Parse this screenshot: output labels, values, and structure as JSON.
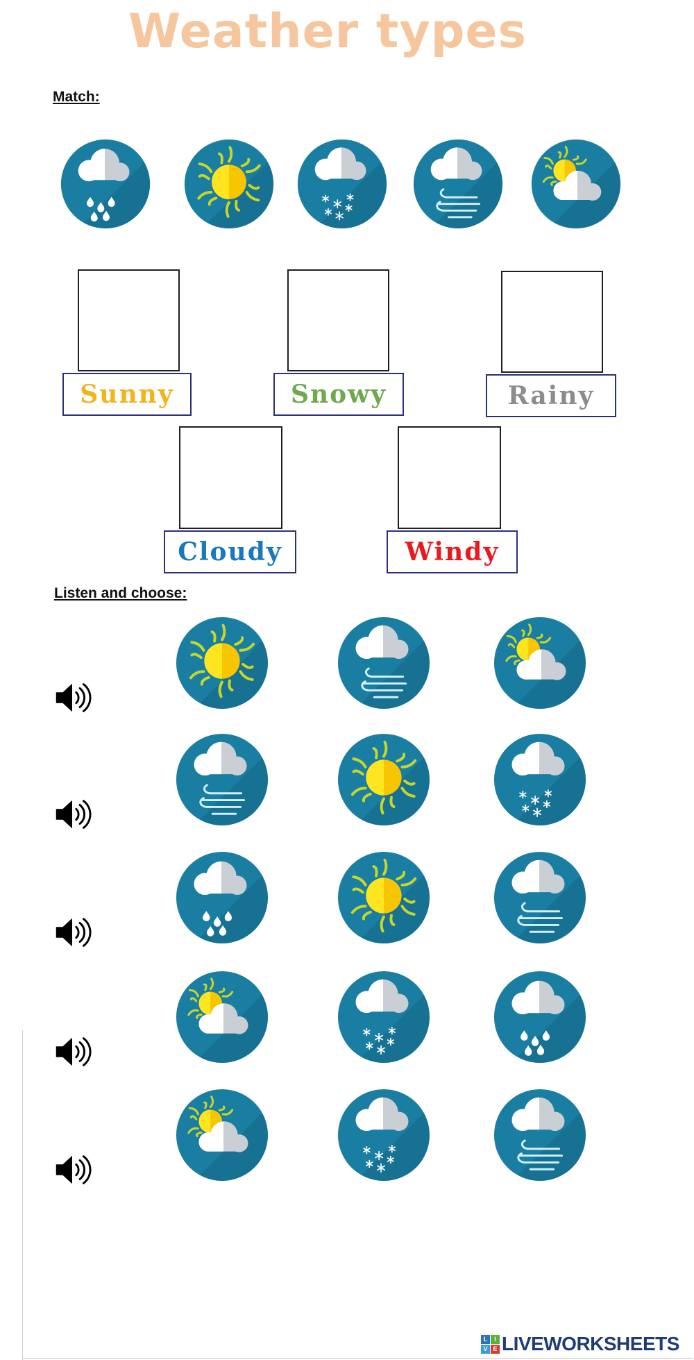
{
  "page": {
    "title": "Weather types",
    "title_color": "#F6C79E"
  },
  "match": {
    "label": "Match:",
    "icons": [
      "rainy",
      "sunny",
      "snowy",
      "windy",
      "partly-cloudy"
    ],
    "dropzone_count": 5,
    "word_labels": [
      {
        "text": "Sunny",
        "color": "#F2B31C"
      },
      {
        "text": "Snowy",
        "color": "#6FA84F"
      },
      {
        "text": "Rainy",
        "color": "#8C8C8C"
      },
      {
        "text": "Cloudy",
        "color": "#1879BE"
      },
      {
        "text": "Windy",
        "color": "#E8191F"
      }
    ]
  },
  "listen": {
    "label": "Listen and choose:",
    "speaker_icon": "speaker-audio-icon",
    "rows": [
      {
        "options": [
          "sunny",
          "windy",
          "partly-cloudy"
        ]
      },
      {
        "options": [
          "windy",
          "sunny",
          "snowy"
        ]
      },
      {
        "options": [
          "rainy",
          "sunny",
          "windy"
        ]
      },
      {
        "options": [
          "partly-cloudy",
          "snowy",
          "rainy"
        ]
      },
      {
        "options": [
          "partly-cloudy",
          "snowy",
          "windy"
        ]
      }
    ]
  },
  "footer": {
    "brand": "LIVEWORKSHEETS",
    "brand_color": "#1E3C78",
    "logo_letters": [
      "L",
      "I",
      "V",
      "E"
    ],
    "logo_colors": [
      "#2F71B5",
      "#58B13F",
      "#3D9BD5",
      "#D63B2F"
    ]
  },
  "icon_palette": {
    "circle": "#1A7EA3",
    "cloud_light": "#FFFFFF",
    "cloud_dark": "#C9CFD4",
    "sun_left": "#FFE51F",
    "sun_right": "#F7C600",
    "rays": "#C7D62B",
    "wind_lines": "#D2F0F7",
    "effect_white": "#FFFFFF"
  }
}
